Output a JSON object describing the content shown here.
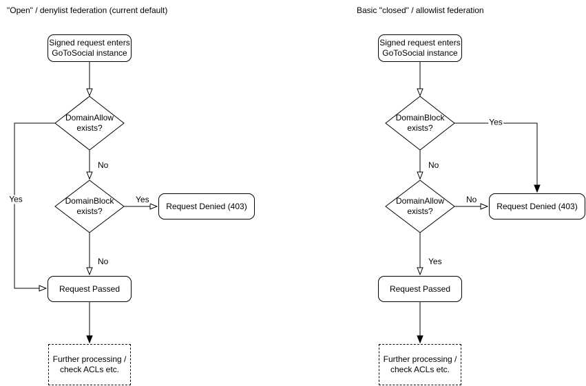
{
  "page": {
    "background": "#ffffff",
    "stroke_color": "#000000",
    "text_color": "#000000"
  },
  "charts": [
    {
      "title": "\"Open\" / denylist federation (current default)",
      "start": {
        "line1": "Signed request enters",
        "line2": "GoToSocial instance"
      },
      "decision1": {
        "line1": "DomainAllow",
        "line2": "exists?"
      },
      "decision2": {
        "line1": "DomainBlock",
        "line2": "exists?"
      },
      "denied": "Request Denied (403)",
      "passed": "Request Passed",
      "further": {
        "line1": "Further processing /",
        "line2": "check ACLs etc."
      },
      "edge_labels": {
        "decision1_branch": "Yes",
        "decision1_down": "No",
        "decision2_branch": "Yes",
        "decision2_down": "No"
      }
    },
    {
      "title": "Basic \"closed\" / allowlist federation",
      "start": {
        "line1": "Signed request enters",
        "line2": "GoToSocial instance"
      },
      "decision1": {
        "line1": "DomainBlock",
        "line2": "exists?"
      },
      "decision2": {
        "line1": "DomainAllow",
        "line2": "exists?"
      },
      "denied": "Request Denied (403)",
      "passed": "Request Passed",
      "further": {
        "line1": "Further processing /",
        "line2": "check ACLs etc."
      },
      "edge_labels": {
        "decision1_branch": "Yes",
        "decision1_down": "No",
        "decision2_branch": "No",
        "decision2_down": "Yes"
      }
    }
  ]
}
